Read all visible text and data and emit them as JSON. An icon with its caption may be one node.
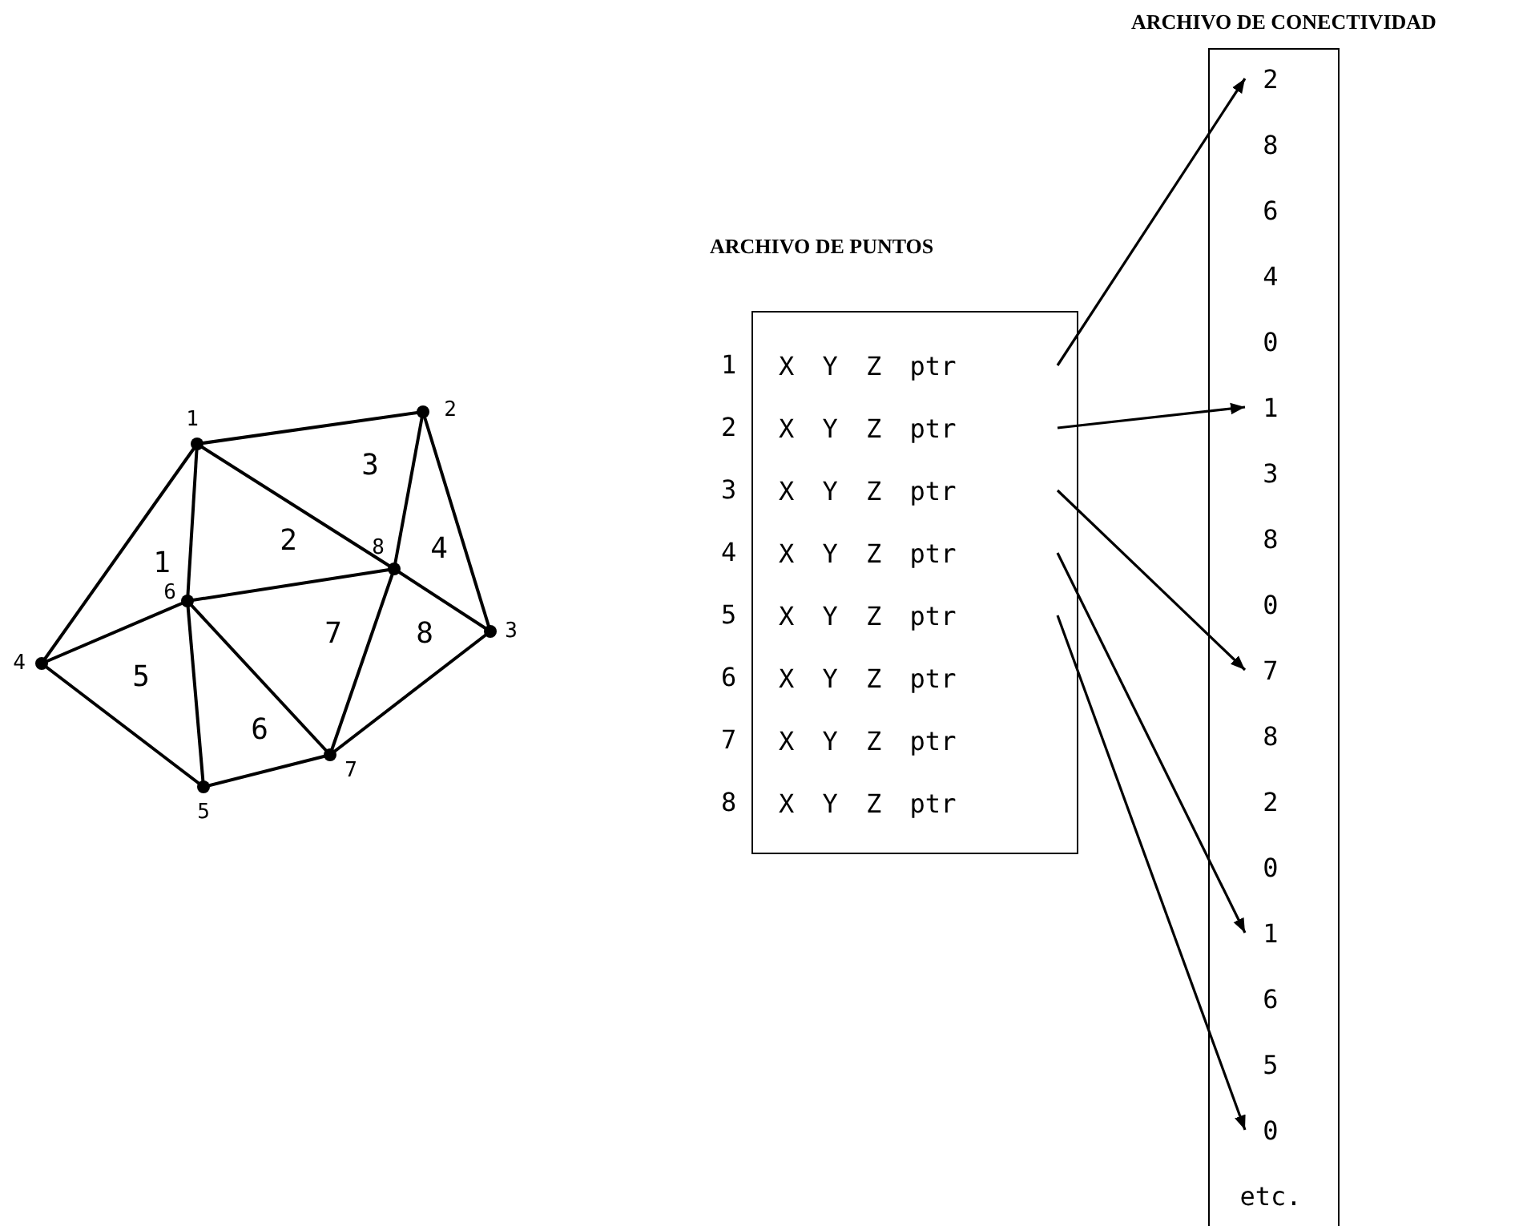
{
  "diagram": {
    "nodes": [
      {
        "text": [
          "ARCHIVO DE PUNTOS"
        ]
      },
      {
        "text": [
          "X Y Z ptr"
        ],
        "in": 0,
        "beside": [
          "1"
        ]
      },
      {
        "text": [
          "X Y Z ptr"
        ],
        "in": 0,
        "beside": [
          "2"
        ]
      },
      {
        "text": [
          "X Y Z ptr"
        ],
        "in": 0,
        "beside": [
          "3"
        ]
      },
      {
        "text": [
          "X Y Z ptr"
        ],
        "in": 0,
        "beside": [
          "4"
        ]
      },
      {
        "text": [
          "X Y Z ptr"
        ],
        "in": 0,
        "beside": [
          "5"
        ]
      },
      {
        "text": [
          "X Y Z ptr"
        ],
        "in": 0,
        "beside": [
          "6"
        ]
      },
      {
        "text": [
          "X Y Z ptr"
        ],
        "in": 0,
        "beside": [
          "7"
        ]
      },
      {
        "text": [
          "X Y Z ptr"
        ],
        "in": 0,
        "beside": [
          "8"
        ]
      },
      {
        "text": [
          "ARCHIVO DE CONECTIVIDAD"
        ]
      },
      {
        "text": [
          "2"
        ],
        "in": 9
      },
      {
        "text": [
          "8"
        ],
        "in": 9
      },
      {
        "text": [
          "6"
        ],
        "in": 9
      },
      {
        "text": [
          "4"
        ],
        "in": 9
      },
      {
        "text": [
          "0"
        ],
        "in": 9
      },
      {
        "text": [
          "1"
        ],
        "in": 9
      },
      {
        "text": [
          "3"
        ],
        "in": 9
      },
      {
        "text": [
          "8"
        ],
        "in": 9
      },
      {
        "text": [
          "0"
        ],
        "in": 9
      },
      {
        "text": [
          "7"
        ],
        "in": 9
      },
      {
        "text": [
          "8"
        ],
        "in": 9
      },
      {
        "text": [
          "2"
        ],
        "in": 9
      },
      {
        "text": [
          "0"
        ],
        "in": 9
      },
      {
        "text": [
          "1"
        ],
        "in": 9
      },
      {
        "text": [
          "6"
        ],
        "in": 9
      },
      {
        "text": [
          "5"
        ],
        "in": 9
      },
      {
        "text": [
          "0"
        ],
        "in": 9
      },
      {
        "text": [
          "etc."
        ],
        "in": 9
      }
    ],
    "edges": [
      {
        "from": 1,
        "to": 10,
        "arrow": "to"
      },
      {
        "from": 2,
        "to": 15,
        "arrow": "to"
      },
      {
        "from": 3,
        "to": 19,
        "arrow": "to"
      },
      {
        "from": 4,
        "to": 23,
        "arrow": "to"
      },
      {
        "from": 5,
        "to": 26,
        "arrow": "to"
      }
    ],
    "labels": [
      "1",
      "2",
      "3",
      "2",
      "8",
      "4",
      "1",
      "6",
      "7",
      "8",
      "3",
      "4",
      "5",
      "6",
      "7",
      "5"
    ]
  }
}
